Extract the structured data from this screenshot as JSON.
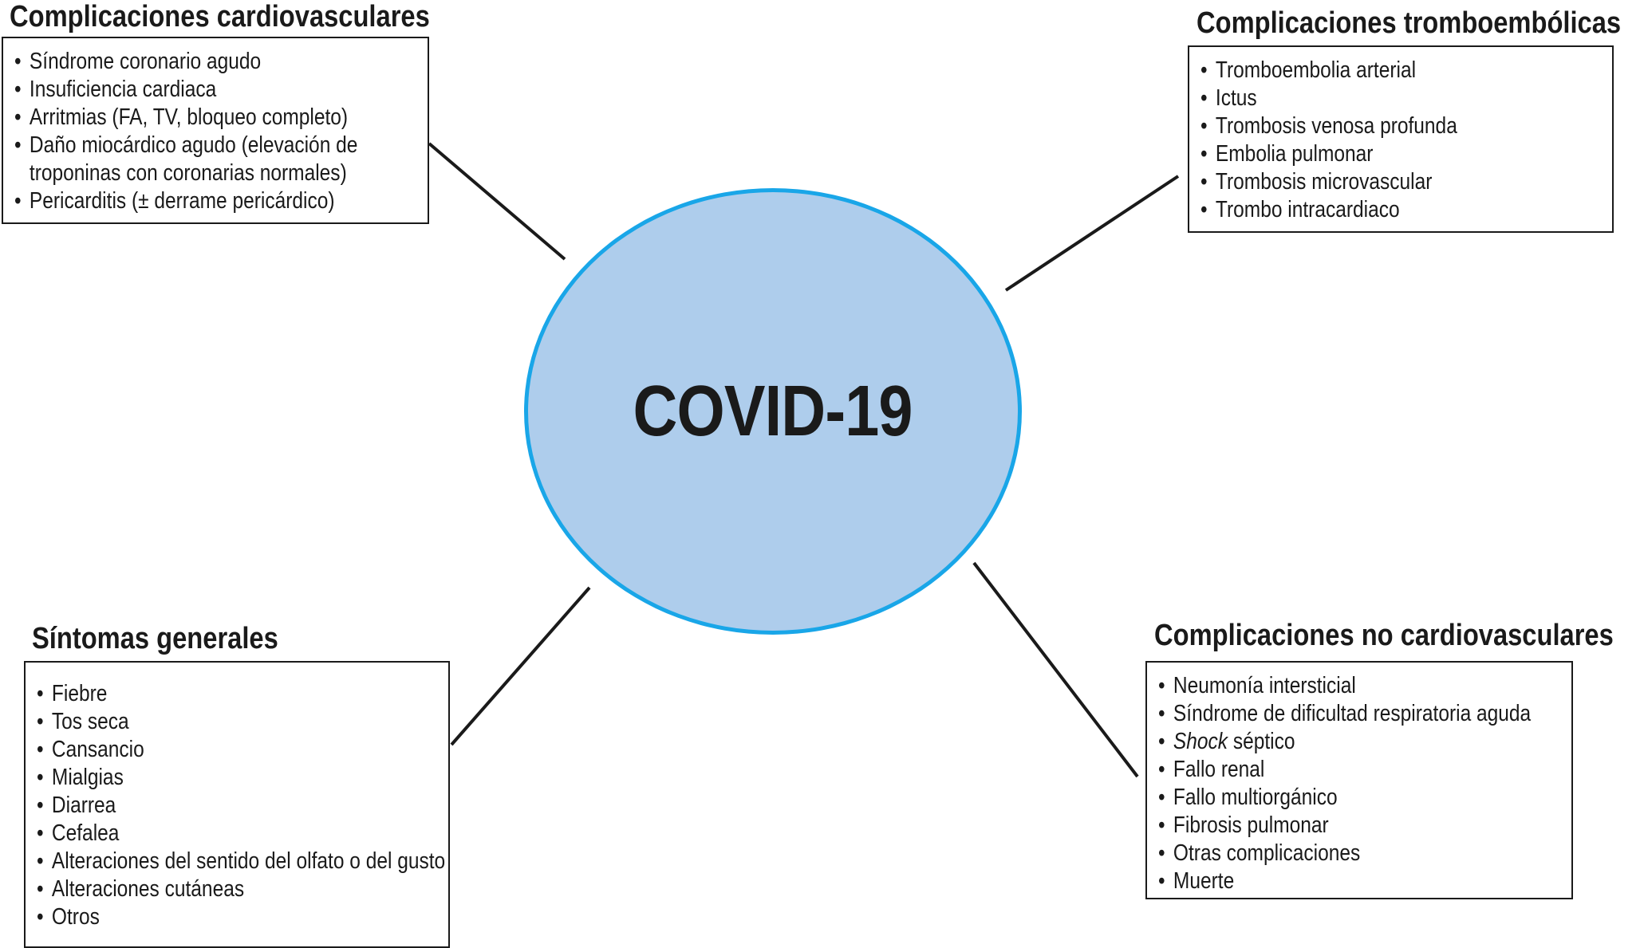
{
  "center": {
    "label": "COVID-19"
  },
  "colors": {
    "circle_fill": "#aecdec",
    "circle_border": "#19a6e8",
    "text": "#1a1a1a",
    "lines": "#1a1a1a"
  },
  "cardiovasculares": {
    "title": "Complicaciones cardiovasculares",
    "items": [
      "Síndrome coronario agudo",
      "Insuficiencia cardiaca",
      "Arritmias (FA, TV, bloqueo completo)",
      "Daño miocárdico agudo (elevación de",
      "troponinas con coronarias normales)",
      "Pericarditis (± derrame pericárdico)"
    ]
  },
  "tromboembolicas": {
    "title": "Complicaciones tromboembólicas",
    "items": [
      "Tromboembolia arterial",
      "Ictus",
      "Trombosis venosa profunda",
      "Embolia pulmonar",
      "Trombosis microvascular",
      "Trombo intracardiaco"
    ]
  },
  "sintomas": {
    "title": "Síntomas generales",
    "items": [
      "Fiebre",
      "Tos seca",
      "Cansancio",
      "Mialgias",
      "Diarrea",
      "Cefalea",
      "Alteraciones del sentido del olfato o del gusto",
      "Alteraciones cutáneas",
      "Otros"
    ]
  },
  "no_cardiovasculares": {
    "title": "Complicaciones no cardiovasculares",
    "items": [
      "Neumonía intersticial",
      "Síndrome de dificultad respiratoria aguda",
      "Shock",
      " séptico",
      "Fallo renal",
      "Fallo multiorgánico",
      "Fibrosis pulmonar",
      "Otras complicaciones",
      "Muerte"
    ]
  },
  "bullet": "•"
}
